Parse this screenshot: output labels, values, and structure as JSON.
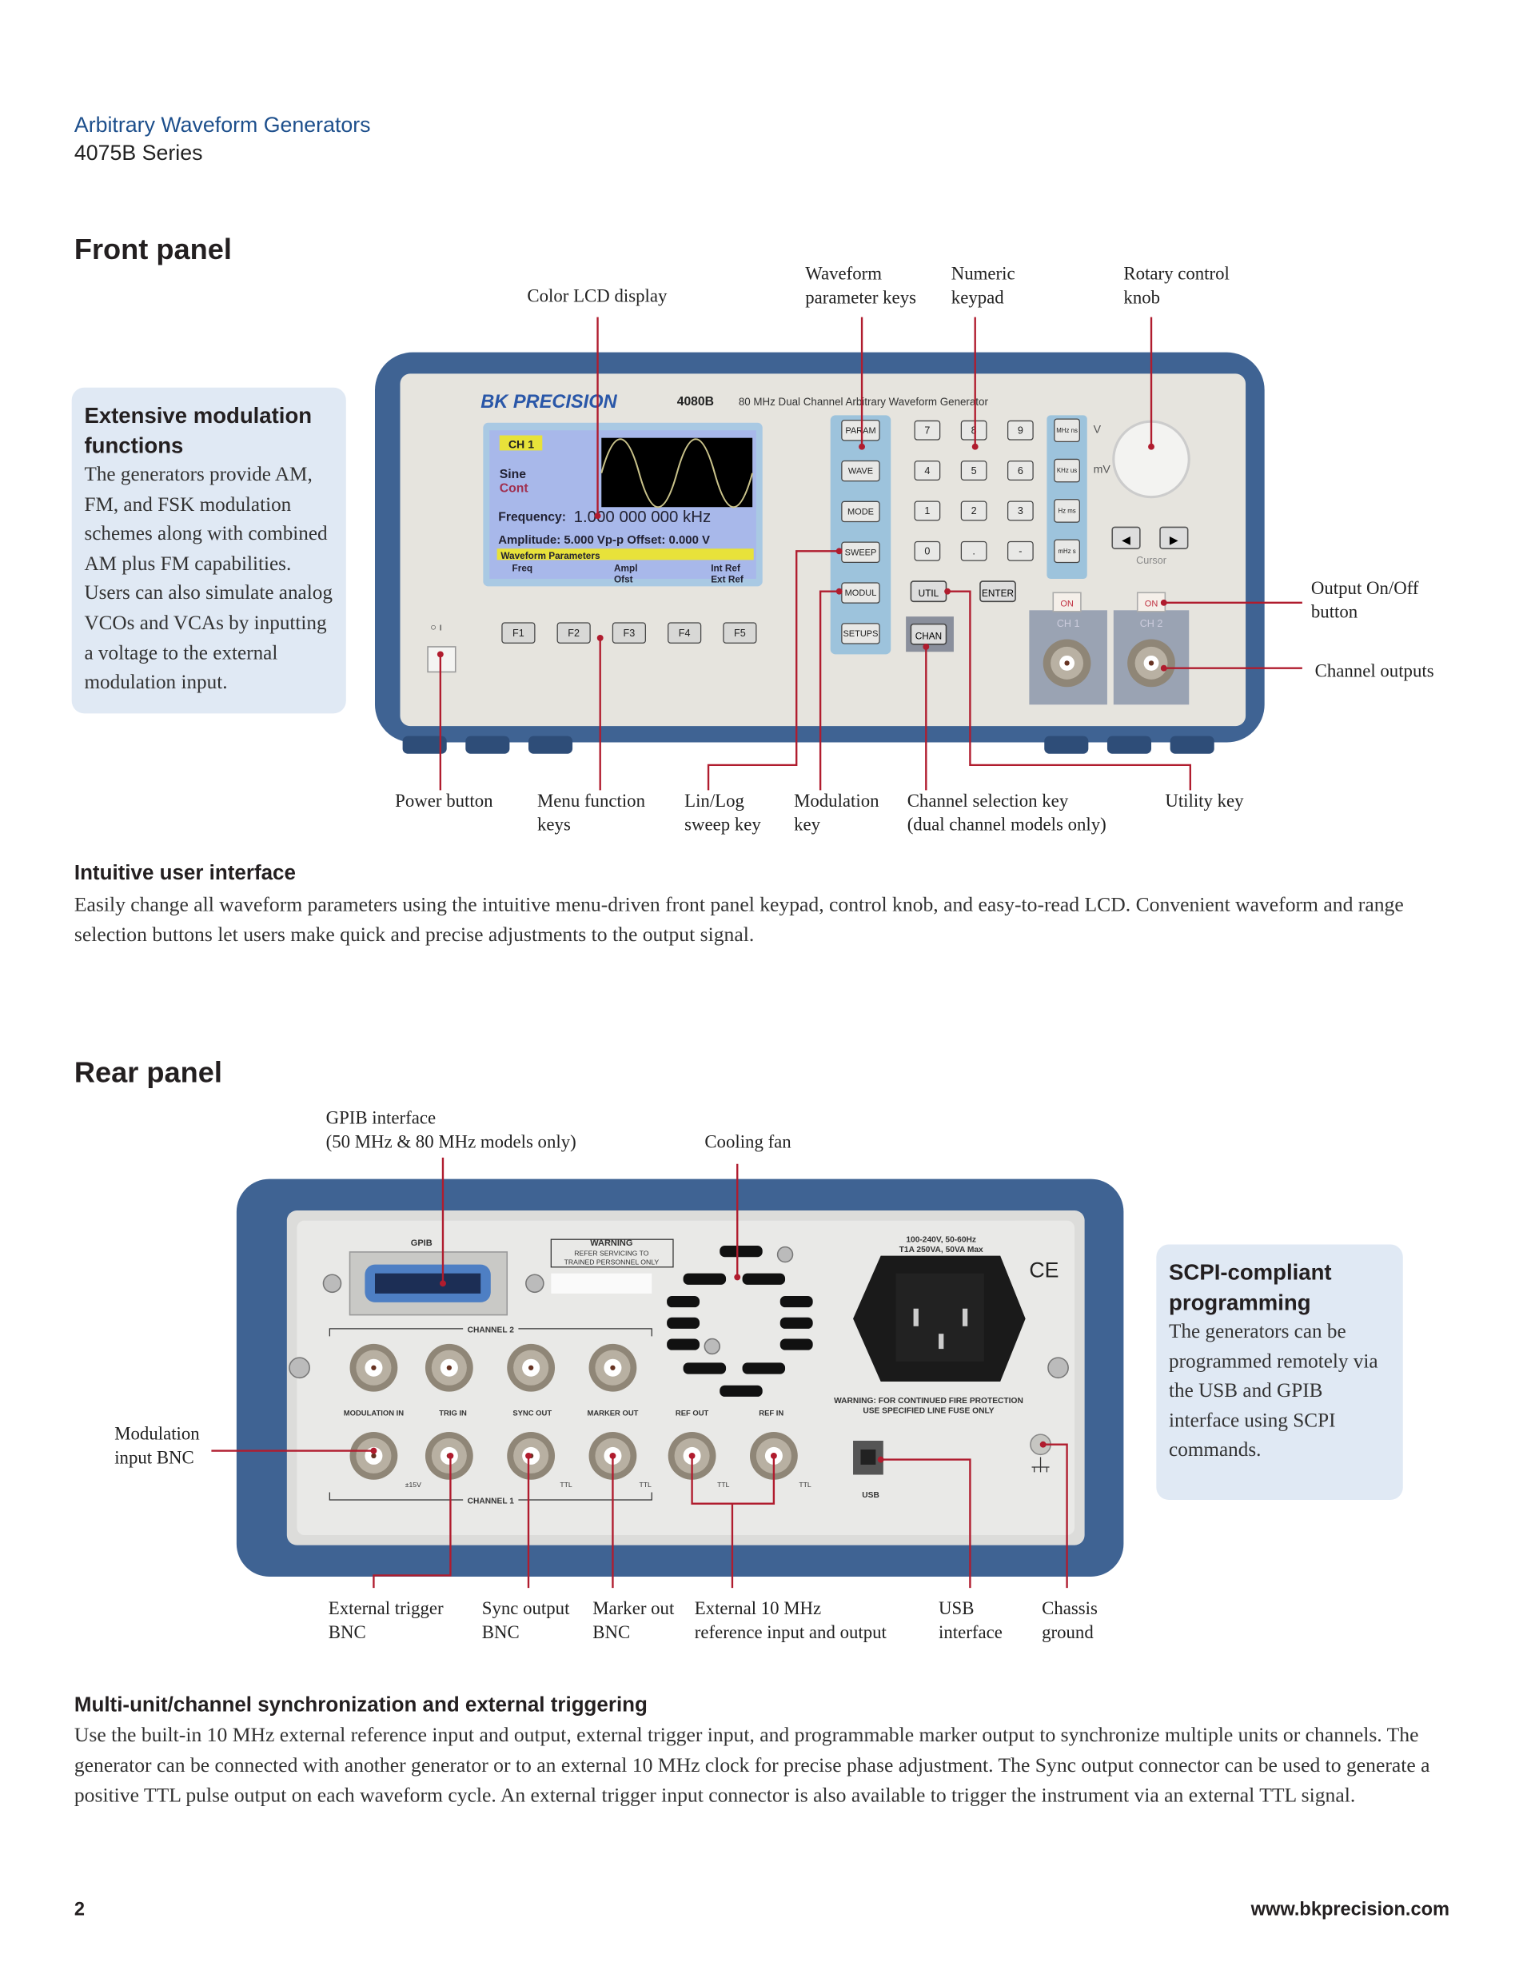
{
  "header": {
    "title": "Arbitrary Waveform Generators",
    "series": "4075B Series"
  },
  "front": {
    "heading": "Front panel",
    "callout": {
      "title": "Extensive modulation functions",
      "body": "The generators provide AM, FM, and FSK modulation schemes along with combined AM plus FM capabilities. Users can also simulate analog VCOs and VCAs by inputting a voltage to the external modulation input."
    },
    "labels": {
      "lcd": "Color LCD display",
      "wave_keys": "Waveform\nparameter keys",
      "keypad": "Numeric\nkeypad",
      "knob": "Rotary control\nknob",
      "output_onoff": "Output On/Off\nbutton",
      "channel_outputs": "Channel outputs",
      "power": "Power button",
      "menu_keys": "Menu function\nkeys",
      "sweep": "Lin/Log\nsweep key",
      "modulation": "Modulation\nkey",
      "chan_sel": "Channel selection key\n(dual channel models only)",
      "utility": "Utility key"
    },
    "device": {
      "brand": "BK PRECISION",
      "model": "4080B",
      "subtitle": "80 MHz Dual Channel Arbitrary Waveform Generator",
      "lcd": {
        "ch": "CH 1",
        "wave": "Sine",
        "mode": "Cont",
        "freq_label": "Frequency:",
        "freq": "1.000 000 000 kHz",
        "amp": "Amplitude: 5.000 Vp-p  Offset: 0.000 V",
        "bar": "Waveform Parameters",
        "soft": [
          "Freq",
          "Ampl",
          "Int Ref",
          "Ofst",
          "Ext Ref"
        ]
      },
      "fkeys": [
        "F1",
        "F2",
        "F3",
        "F4",
        "F5"
      ],
      "func_keys": [
        "PARAM",
        "WAVE",
        "MODE",
        "SWEEP",
        "MODUL",
        "SETUPS"
      ],
      "keypad": [
        "7",
        "8",
        "9",
        "4",
        "5",
        "6",
        "1",
        "2",
        "3",
        "0",
        ".",
        "-"
      ],
      "units": [
        "MHz ns",
        "KHz us",
        "Hz ms",
        "mHz s"
      ],
      "unit_side": [
        "V",
        "mV"
      ],
      "util": "UTIL",
      "enter": "ENTER",
      "chan": "CHAN",
      "cursor": "Cursor",
      "on": "ON",
      "ch1": "CH 1",
      "ch2": "CH 2"
    }
  },
  "front_section": {
    "heading": "Intuitive user interface",
    "body": "Easily change all waveform parameters using the intuitive menu-driven front panel keypad, control knob, and easy-to-read LCD. Convenient waveform and range selection buttons let users make quick and precise adjustments to the output signal."
  },
  "rear": {
    "heading": "Rear panel",
    "labels": {
      "gpib": "GPIB interface\n(50 MHz & 80 MHz models only)",
      "fan": "Cooling fan",
      "mod_in": "Modulation\ninput BNC",
      "ext_trig": "External trigger\nBNC",
      "sync": "Sync output\nBNC",
      "marker": "Marker out\nBNC",
      "ext10": "External 10 MHz\nreference input and output",
      "usb": "USB\ninterface",
      "chassis": "Chassis\nground"
    },
    "callout": {
      "title": "SCPI-compliant programming",
      "body": "The generators can be programmed remotely via the USB and GPIB interface using SCPI commands."
    },
    "device": {
      "gpib": "GPIB",
      "warning": "WARNING",
      "warning_text1": "REFER SERVICING TO",
      "warning_text2": "TRAINED PERSONNEL ONLY",
      "power1": "100-240V, 50-60Hz",
      "power2": "T1A 250VA, 50VA Max",
      "ce": "CE",
      "fire1": "WARNING: FOR CONTINUED FIRE PROTECTION",
      "fire2": "USE SPECIFIED LINE FUSE ONLY",
      "channel2": "CHANNEL 2",
      "channel1": "CHANNEL 1",
      "connectors": [
        "MODULATION IN",
        "TRIG IN",
        "SYNC OUT",
        "MARKER OUT",
        "REF OUT",
        "REF IN"
      ],
      "v15": "±15V",
      "ttl": "TTL",
      "usb": "USB"
    }
  },
  "rear_section": {
    "heading": "Multi-unit/channel synchronization and external triggering",
    "body": "Use the built-in 10 MHz external reference input and output, external trigger input, and programmable marker output to synchronize multiple units or channels. The generator can be connected with another generator or to an external 10 MHz clock for precise phase adjustment. The Sync output connector can be used to generate a positive TTL pulse output on each waveform cycle. An external trigger input connector is also available to trigger the instrument via an external TTL signal."
  },
  "footer": {
    "page": "2",
    "url": "www.bkprecision.com"
  },
  "colors": {
    "accent": "#1d4f8c",
    "leader": "#b01c2e",
    "callout_bg": "#e0e9f4",
    "bezel": "#3f6393"
  }
}
